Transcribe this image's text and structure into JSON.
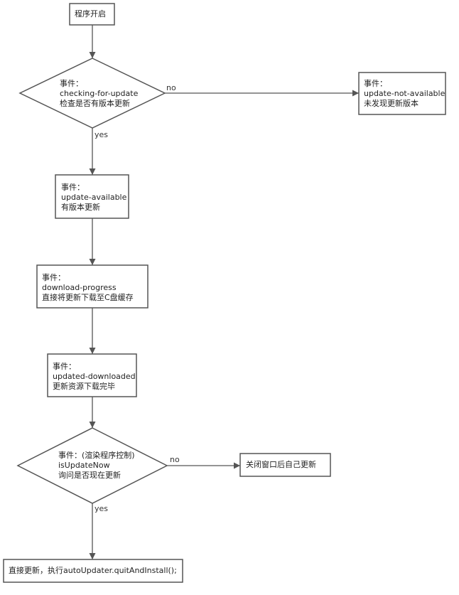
{
  "start": {
    "text": "程序开启"
  },
  "decision_check": {
    "line1": "事件：",
    "line2": "checking-for-update",
    "line3": "检查是否有版本更新"
  },
  "no_update": {
    "line1": "事件：",
    "line2": "update-not-available",
    "line3": "未发现更新版本"
  },
  "available": {
    "line1": "事件：",
    "line2": "update-available",
    "line3": "有版本更新"
  },
  "progress": {
    "line1": "事件：",
    "line2": "download-progress",
    "line3": "直接将更新下载至C盘缓存"
  },
  "downloaded": {
    "line1": "事件：",
    "line2": "updated-downloaded",
    "line3": "更新资源下载完毕"
  },
  "decision_now": {
    "line1": "事件：(渲染程序控制)",
    "line2": "isUpdateNow",
    "line3": "询问是否现在更新"
  },
  "close_update": {
    "text": "关闭窗口后自己更新"
  },
  "install_now": {
    "text": "直接更新，执行autoUpdater.quitAndInstall();"
  },
  "edges": {
    "no1": "no",
    "yes1": "yes",
    "no2": "no",
    "yes2": "yes"
  }
}
